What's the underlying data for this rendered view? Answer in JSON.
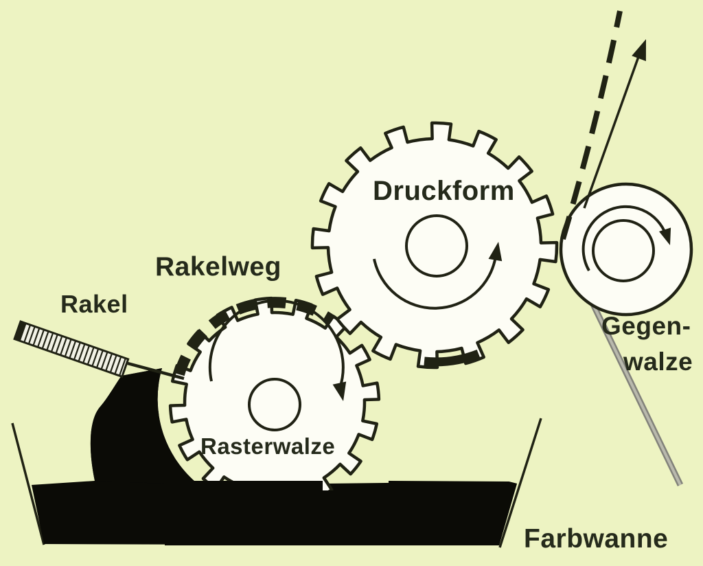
{
  "diagram": {
    "type": "printing-press-schematic",
    "labels": {
      "rakel": "Rakel",
      "rakelweg": "Rakelweg",
      "druckform": "Druckform",
      "rasterwalze": "Rasterwalze",
      "gegenwalze_line1": "Gegen-",
      "gegenwalze_line2": "walze",
      "farbwanne": "Farbwanne"
    },
    "rotations": {
      "rasterwalze": "clockwise",
      "druckform": "counterclockwise",
      "gegenwalze": "clockwise"
    },
    "web_direction": "up-right",
    "colors": {
      "background": "#edf3c2",
      "ink": "#0b0b06",
      "line": "#202214",
      "gear_fill": "#fdfdf5",
      "web_gray": "#82827a",
      "web_gray_light": "#b9b9ad",
      "text": "#252a1b"
    }
  }
}
